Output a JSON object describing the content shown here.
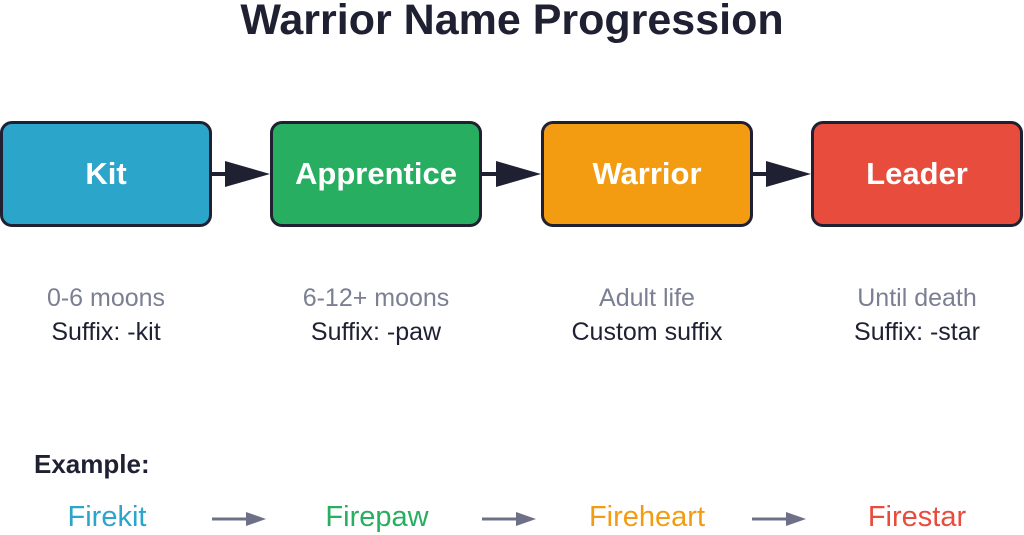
{
  "title": "Warrior Name Progression",
  "stages": [
    {
      "label": "Kit",
      "duration": "0-6 moons",
      "suffix": "Suffix: -kit",
      "color": "#2ca5cb"
    },
    {
      "label": "Apprentice",
      "duration": "6-12+ moons",
      "suffix": "Suffix: -paw",
      "color": "#27ae60"
    },
    {
      "label": "Warrior",
      "duration": "Adult life",
      "suffix": "Custom suffix",
      "color": "#f39c12"
    },
    {
      "label": "Leader",
      "duration": "Until death",
      "suffix": "Suffix: -star",
      "color": "#e74c3c"
    }
  ],
  "example": {
    "heading": "Example:",
    "names": [
      "Firekit",
      "Firepaw",
      "Fireheart",
      "Firestar"
    ]
  },
  "colors": {
    "text_dark": "#1f2133",
    "text_muted": "#7b7f93",
    "arrow_dark": "#1f2133",
    "arrow_muted": "#6e7088"
  }
}
